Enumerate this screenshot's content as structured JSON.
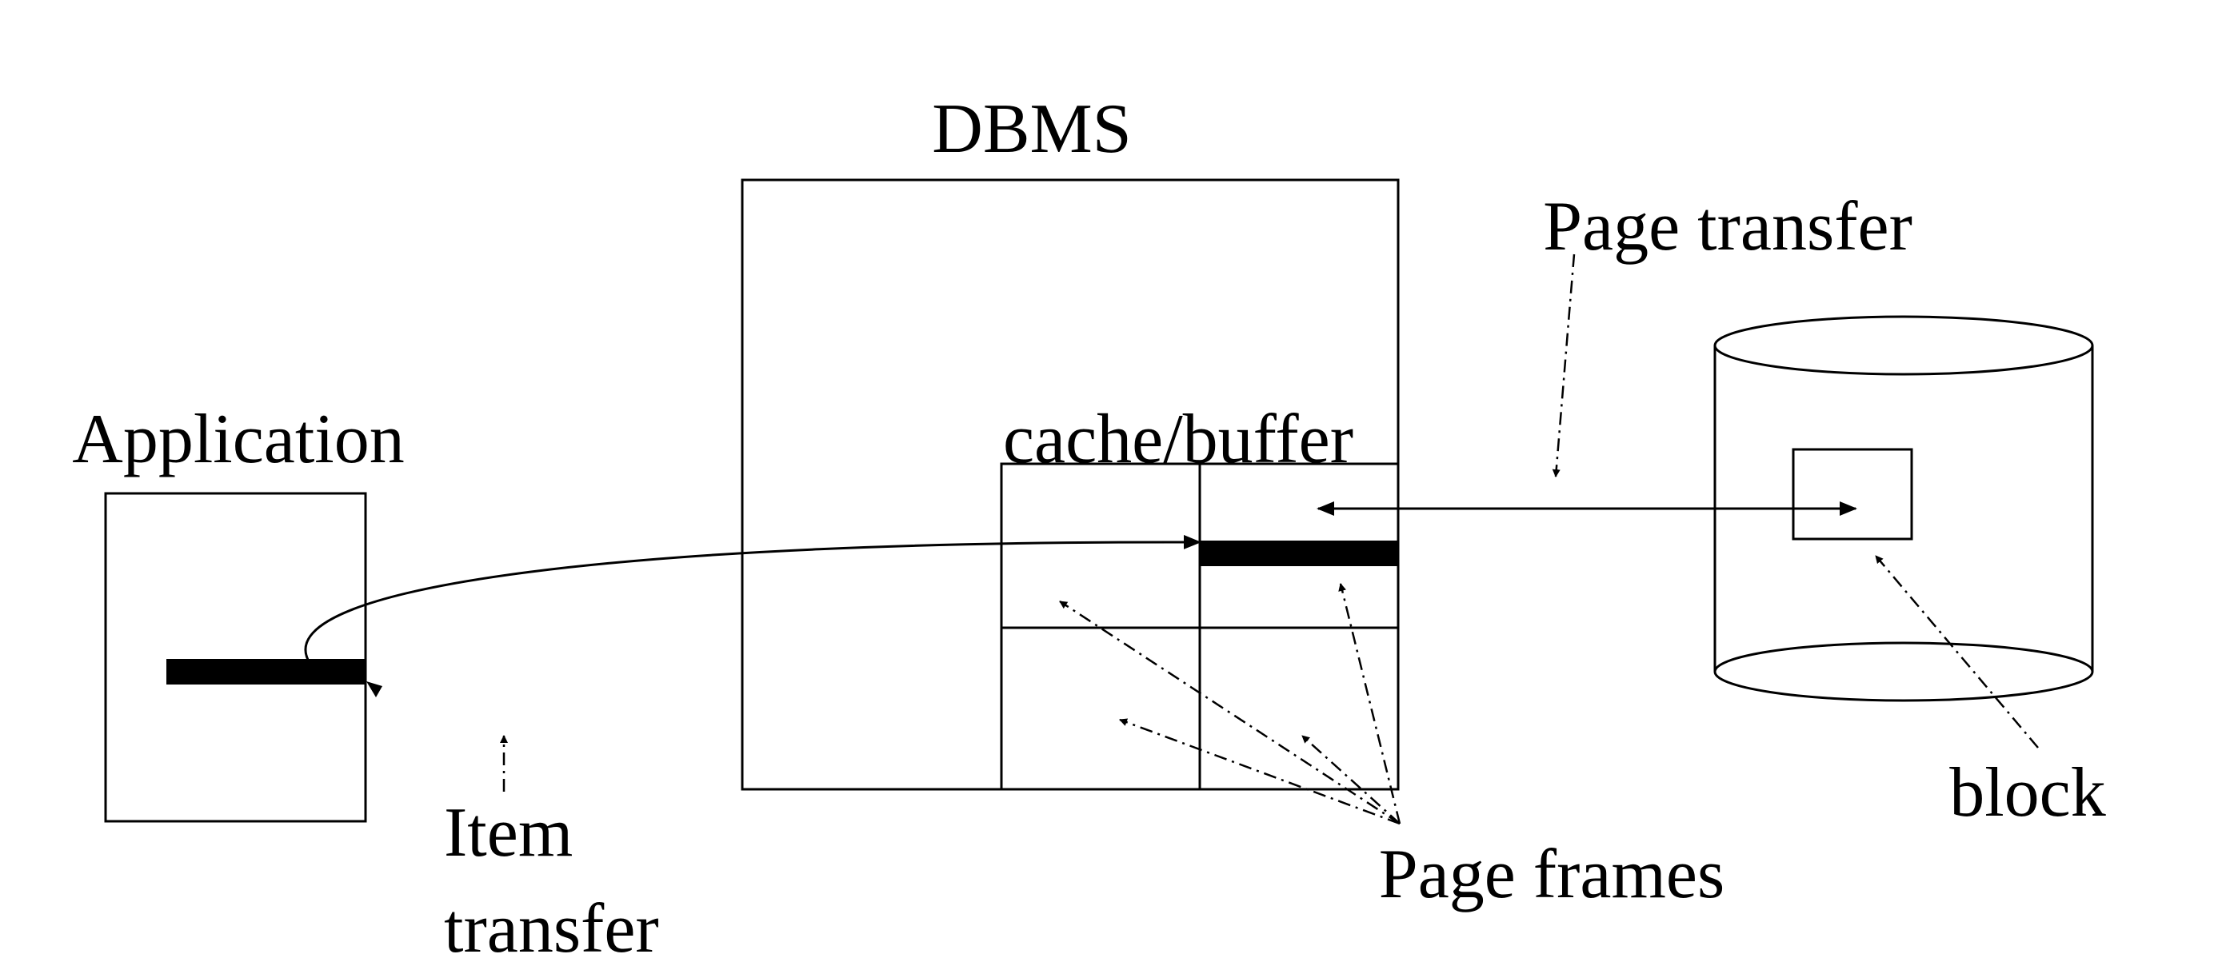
{
  "labels": {
    "dbms": "DBMS",
    "page_transfer": "Page transfer",
    "application": "Application",
    "cache_buffer": "cache/buffer",
    "item": "Item",
    "transfer": "transfer",
    "page_frames": "Page frames",
    "block": "block"
  },
  "colors": {
    "ink": "#000000",
    "background": "#ffffff"
  }
}
